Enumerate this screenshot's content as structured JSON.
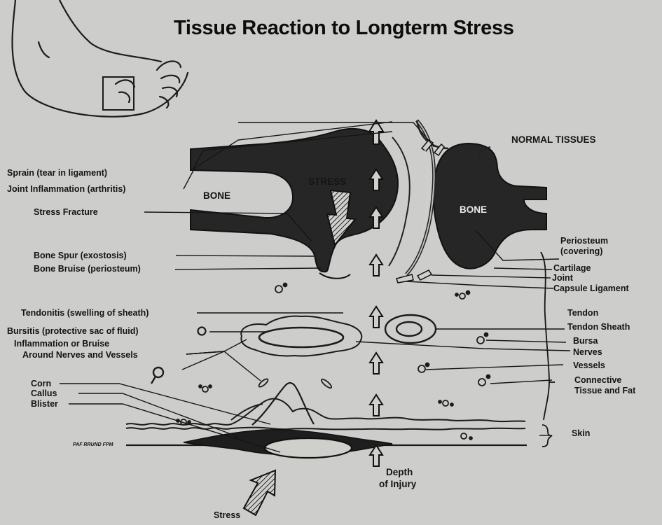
{
  "title": "Tissue Reaction to Longterm Stress",
  "normal_tissues_heading": "NORMAL TISSUES",
  "bone_labels": [
    "BONE",
    "BONE"
  ],
  "stress_top": "STRESS",
  "stress_bottom": "Stress",
  "depth_of_injury": [
    "Depth",
    "of Injury"
  ],
  "credit": "PAF RRUND FPM",
  "left_labels": {
    "sprain": "Sprain (tear in ligament)",
    "joint_inflammation": "Joint Inflammation (arthritis)",
    "stress_fracture": "Stress Fracture",
    "bone_spur": "Bone Spur (exostosis)",
    "bone_bruise": "Bone Bruise (periosteum)",
    "tendonitis": "Tendonitis (swelling of sheath)",
    "bursitis": "Bursitis (protective sac of fluid)",
    "inflammation_line1": "Inflammation or Bruise",
    "inflammation_line2": "Around Nerves and Vessels",
    "corn": "Corn",
    "callus": "Callus",
    "blister": "Blister"
  },
  "right_labels": {
    "periosteum_line1": "Periosteum",
    "periosteum_line2": "(covering)",
    "cartilage": "Cartilage",
    "joint": "Joint",
    "capsule_ligament": "Capsule Ligament",
    "tendon": "Tendon",
    "tendon_sheath": "Tendon Sheath",
    "bursa": "Bursa",
    "nerves": "Nerves",
    "vessels": "Vessels",
    "connective_line1": "Connective",
    "connective_line2": "Tissue and Fat",
    "skin": "Skin"
  }
}
